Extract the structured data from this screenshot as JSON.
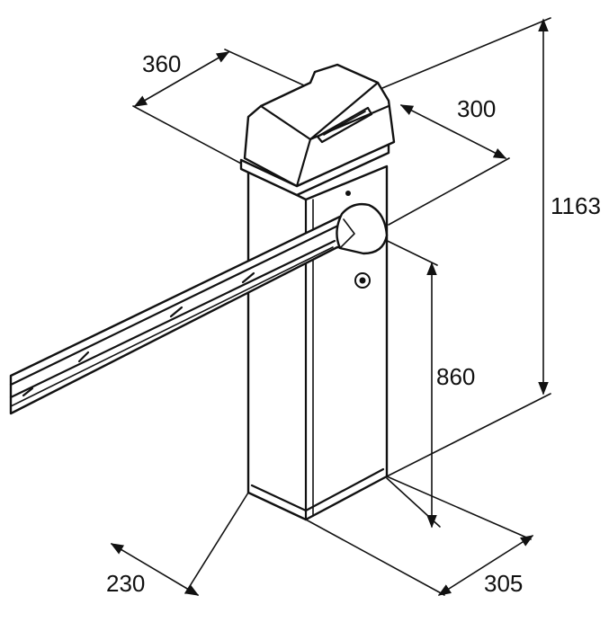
{
  "diagram": {
    "dimensions": {
      "cover_width": "360",
      "cover_depth": "300",
      "total_height": "1163",
      "arm_height": "860",
      "base_width": "230",
      "base_depth": "305"
    }
  }
}
